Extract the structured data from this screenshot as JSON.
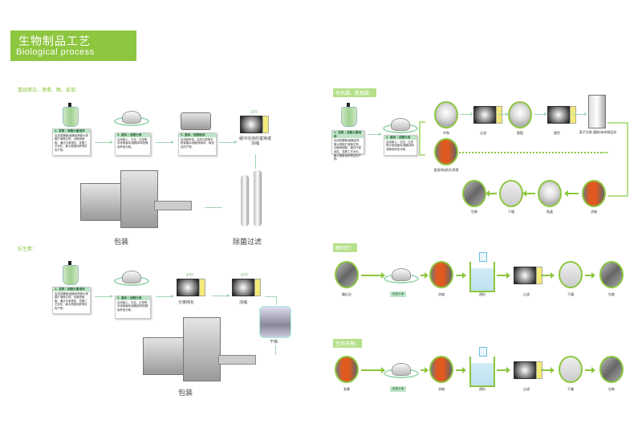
{
  "header": {
    "title_zh": "生物制品工艺",
    "title_en": "Biological process"
  },
  "colors": {
    "accent": "#8dc63f",
    "step_header": "#bfe4c9"
  },
  "steps": {
    "s1_title": "1. 发酵 / 细胞大量培养",
    "s1_text": "应用发酵罐/细胞培养罐大规模扩增微生物、动植物细胞，通过代谢调控，发酵工艺优化，最大限度地获得目的产物。",
    "s2_title": "2. 菌体 / 细胞分离",
    "s2_text": "应用离心、沉淀、过滤等手段使菌体/细胞体和发酵培养液分离。",
    "s3_title": "3. 菌体 / 细胞破碎",
    "s3_text": "应用超声波、高压均质等手段使菌体/细胞体破碎，释放目的产物。"
  },
  "sections": {
    "protein": {
      "title": "重组蛋白、激素、酶、疫苗：",
      "tff_tag": "3TFF",
      "tff_label": "缓冲溶液的置换或浓缩",
      "filter_label": "除菌过滤",
      "pack_label": "包装"
    },
    "antibiotic": {
      "title": "抗生素：",
      "tff1_tag": "4TFF",
      "tff1_label": "分离纯化",
      "tff2_tag": "4TFF",
      "tff2_label": "浓缩",
      "dry_label": "干燥",
      "pack_label": "包装"
    },
    "organic_acid": {
      "title": "有机酸、氨基酸：",
      "steps": [
        "中和",
        "过滤",
        "脱脂",
        "脱色",
        "离子交换,凝胶/或亲和层析",
        "超滤/纳滤/反渗透",
        "浓缩",
        "结晶",
        "干燥",
        "包装"
      ]
    },
    "enzyme": {
      "title": "酶制剂：",
      "steps": [
        "酶反应",
        "固液分离",
        "浓缩",
        "透析",
        "过滤",
        "干燥",
        "包装"
      ]
    },
    "polysaccharide": {
      "title": "生物多糖：",
      "steps": [
        "发酵",
        "固液分离",
        "浓缩",
        "透析",
        "过滤",
        "干燥",
        "包装"
      ]
    }
  }
}
